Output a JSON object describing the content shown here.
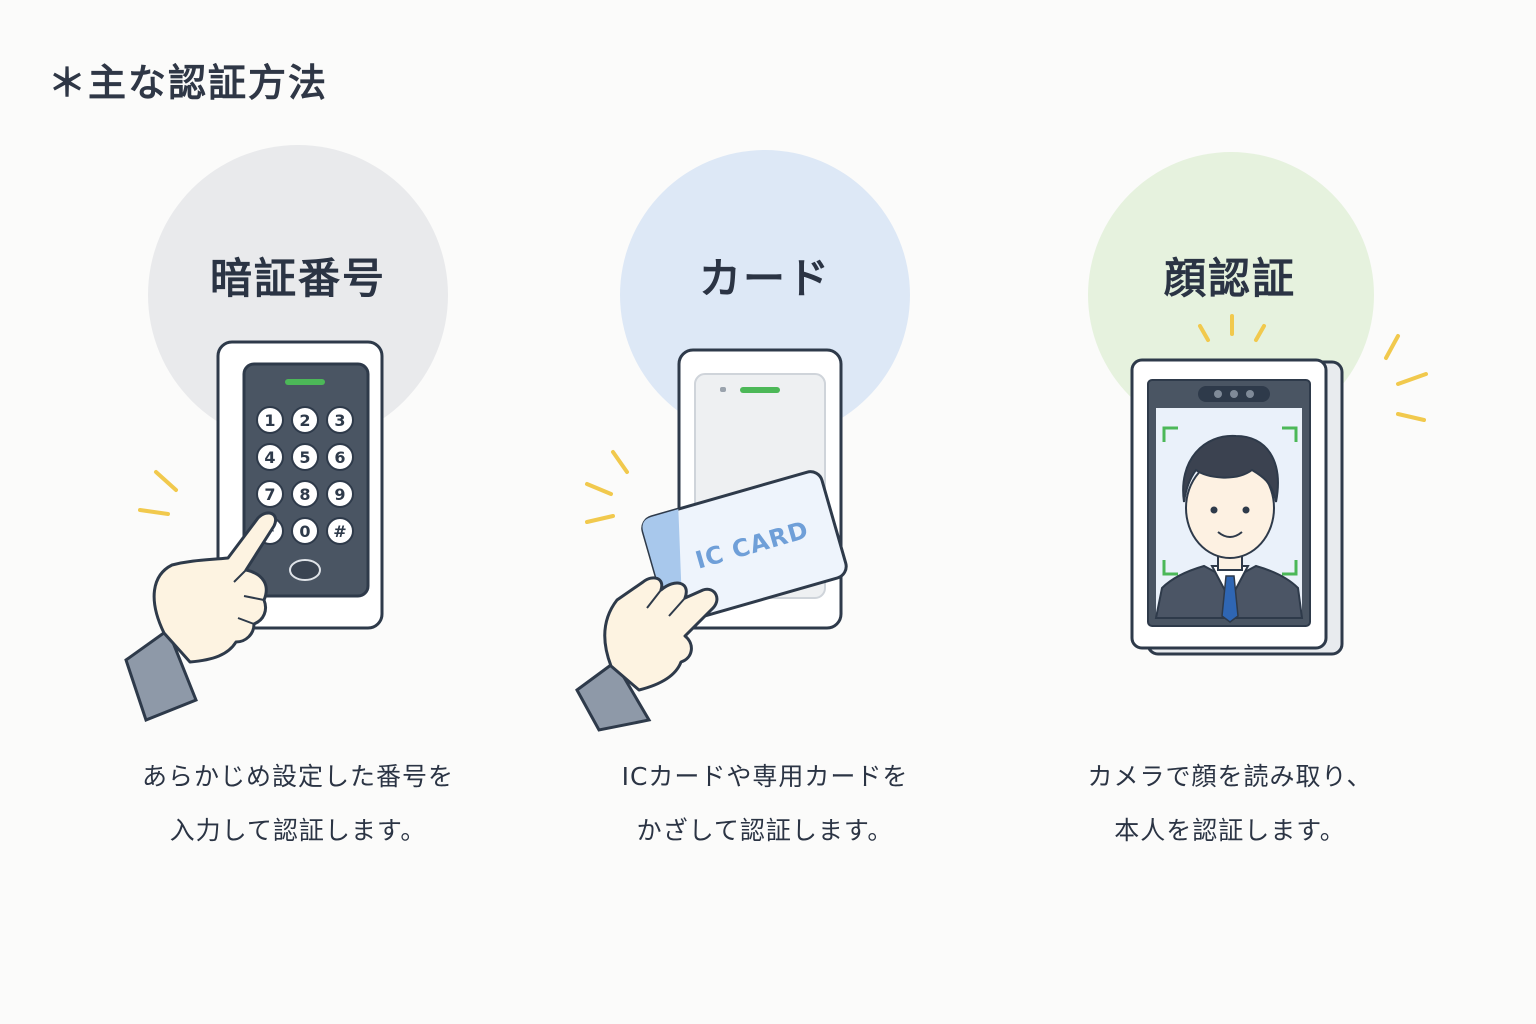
{
  "title": "＊主な認証方法",
  "methods": [
    {
      "heading": "暗証番号",
      "circle_color": "#e9eaec",
      "description": [
        "あらかじめ設定した番号を",
        "入力して認証します。"
      ],
      "keys": [
        "1",
        "2",
        "3",
        "4",
        "5",
        "6",
        "7",
        "8",
        "9",
        "*",
        "0",
        "#"
      ],
      "icons": [
        "keypad-device-icon",
        "pointing-hand-icon"
      ]
    },
    {
      "heading": "カード",
      "circle_color": "#dde8f6",
      "description": [
        "ICカードや専用カードを",
        "かざして認証します。"
      ],
      "card_label": "IC CARD",
      "icons": [
        "card-reader-icon",
        "hand-holding-card-icon"
      ]
    },
    {
      "heading": "顔認証",
      "circle_color": "#e6f2de",
      "description": [
        "カメラで顔を読み取り、",
        "本人を認証します。"
      ],
      "icons": [
        "face-scanner-icon",
        "person-face-icon"
      ]
    }
  ],
  "colors": {
    "accent_green": "#4cb858",
    "accent_yellow": "#f1c94d",
    "keypad_dark": "#4a5563",
    "card_blue": "#6f9fd8",
    "suit": "#4b5565",
    "tie": "#2f66b3"
  }
}
